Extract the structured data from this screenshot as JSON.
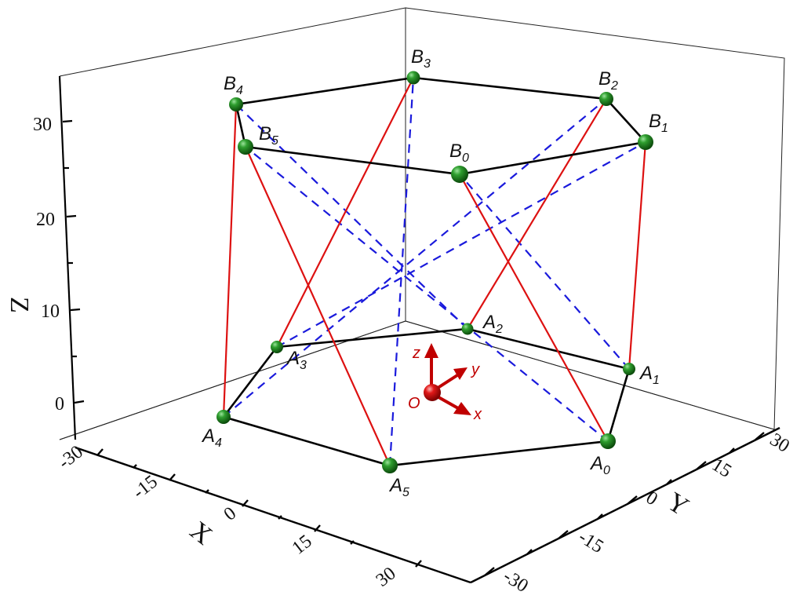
{
  "chart_data": {
    "type": "diagram-3d",
    "title": "",
    "axes": {
      "x": {
        "label": "X",
        "ticks": [
          "-30",
          "-15",
          "0",
          "15",
          "30"
        ],
        "range": [
          -30,
          30
        ]
      },
      "y": {
        "label": "Y",
        "ticks": [
          "-30",
          "-15",
          "0",
          "15",
          "30"
        ],
        "range": [
          -30,
          30
        ]
      },
      "z": {
        "label": "Z",
        "ticks": [
          "0",
          "10",
          "20",
          "30"
        ],
        "range": [
          -3,
          35
        ]
      }
    },
    "base_platform": {
      "nodes": [
        {
          "id": "A0",
          "base": "A",
          "sub": "0"
        },
        {
          "id": "A1",
          "base": "A",
          "sub": "1"
        },
        {
          "id": "A2",
          "base": "A",
          "sub": "2"
        },
        {
          "id": "A3",
          "base": "A",
          "sub": "3"
        },
        {
          "id": "A4",
          "base": "A",
          "sub": "4"
        },
        {
          "id": "A5",
          "base": "A",
          "sub": "5"
        }
      ],
      "edge_color": "#000000"
    },
    "top_platform": {
      "nodes": [
        {
          "id": "B0",
          "base": "B",
          "sub": "0"
        },
        {
          "id": "B1",
          "base": "B",
          "sub": "1"
        },
        {
          "id": "B2",
          "base": "B",
          "sub": "2"
        },
        {
          "id": "B3",
          "base": "B",
          "sub": "3"
        },
        {
          "id": "B4",
          "base": "B",
          "sub": "4"
        },
        {
          "id": "B5",
          "base": "B",
          "sub": "5"
        }
      ],
      "edge_color": "#000000"
    },
    "legs_solid": {
      "color": "#dd1111",
      "pairs": [
        [
          "A0",
          "B0"
        ],
        [
          "A1",
          "B1"
        ],
        [
          "A2",
          "B2"
        ],
        [
          "A3",
          "B3"
        ],
        [
          "A4",
          "B4"
        ],
        [
          "A5",
          "B5"
        ]
      ]
    },
    "legs_dashed": {
      "color": "#1a1adc",
      "pairs": [
        [
          "A0",
          "B5"
        ],
        [
          "A1",
          "B0"
        ],
        [
          "A2",
          "B4"
        ],
        [
          "A3",
          "B1"
        ],
        [
          "A4",
          "B2"
        ],
        [
          "A5",
          "B3"
        ]
      ]
    },
    "node_color": "#1f8a1f",
    "origin_frame": {
      "origin_label": "O",
      "axes_labels": [
        "x",
        "y",
        "z"
      ],
      "color": "#c00000"
    }
  }
}
